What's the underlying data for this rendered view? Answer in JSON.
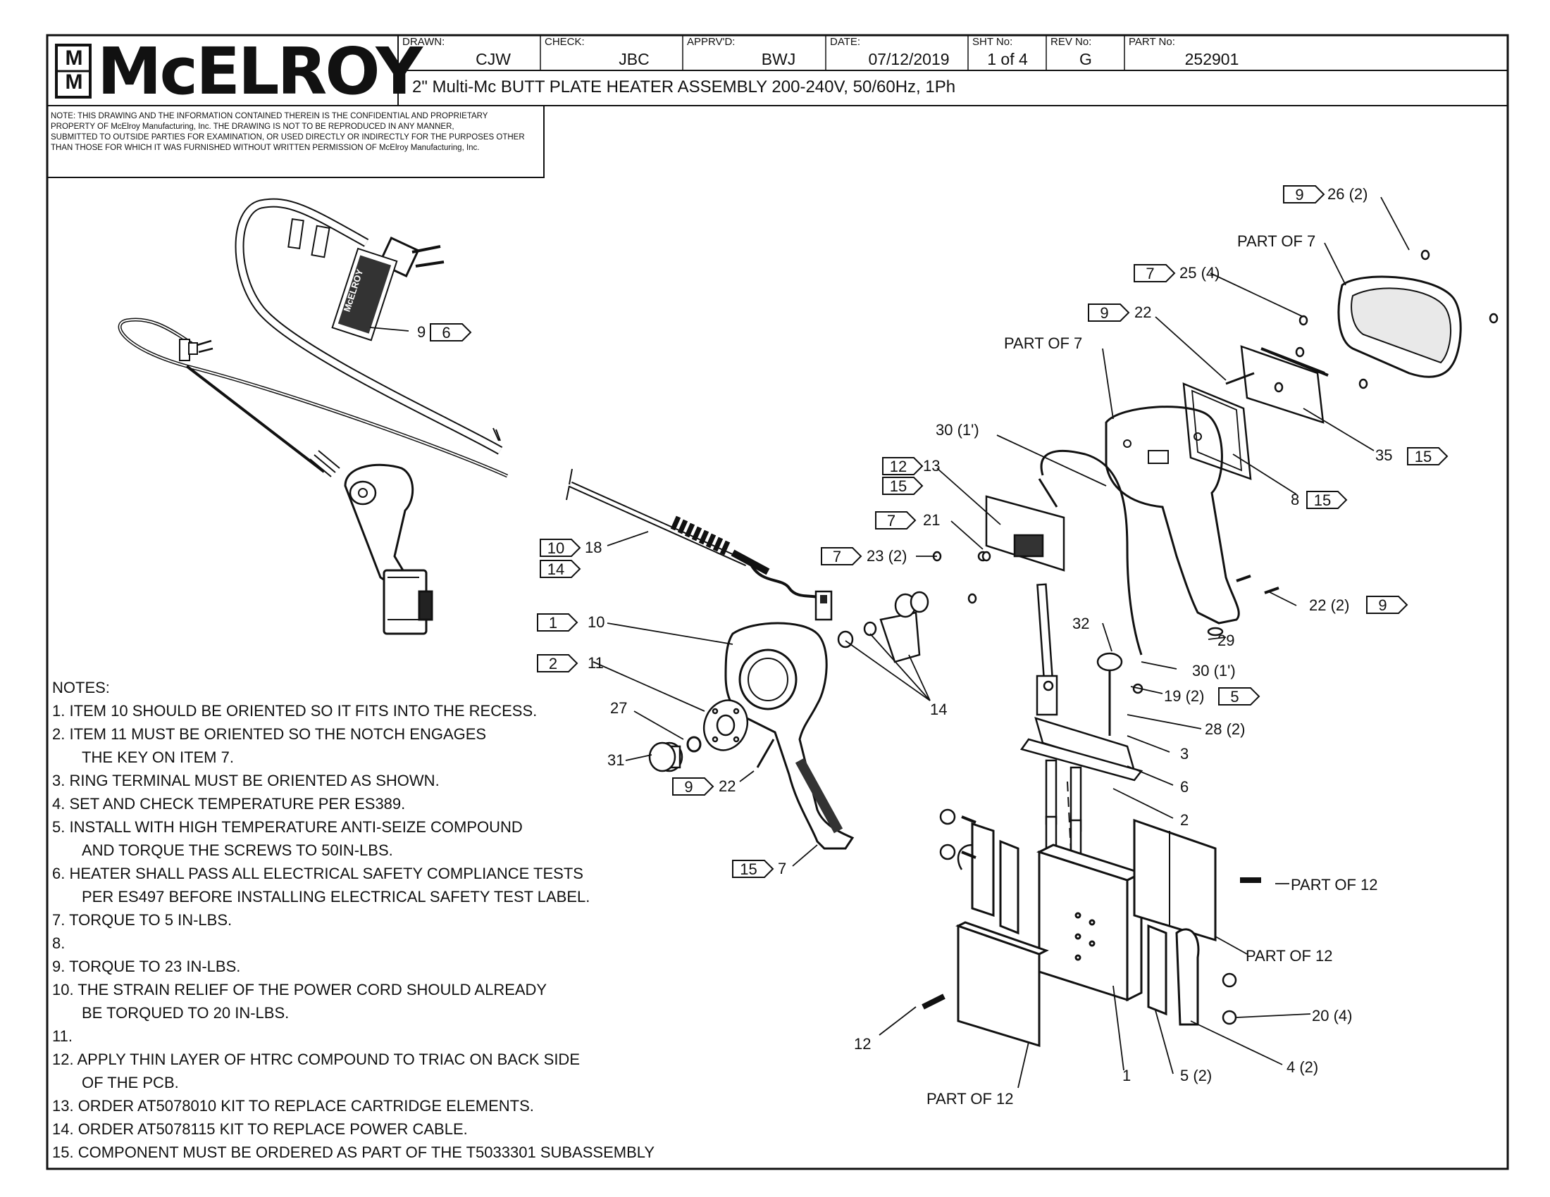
{
  "title_block": {
    "logo_text": "McELROY",
    "logo_monogram": "M M",
    "drawn_label": "DRAWN:",
    "drawn_value": "CJW",
    "check_label": "CHECK:",
    "check_value": "JBC",
    "apprvd_label": "APPRV'D:",
    "apprvd_value": "BWJ",
    "date_label": "DATE:",
    "date_value": "07/12/2019",
    "sht_label": "SHT No:",
    "sht_value": "1 of 4",
    "rev_label": "REV No:",
    "rev_value": "G",
    "part_label": "PART No:",
    "part_value": "252901",
    "title": "2\" Multi-Mc BUTT PLATE HEATER ASSEMBLY 200-240V, 50/60Hz, 1Ph"
  },
  "confidential_note": [
    "NOTE: THIS DRAWING AND THE INFORMATION CONTAINED THEREIN IS THE CONFIDENTIAL AND PROPRIETARY",
    "PROPERTY OF McElroy Manufacturing, Inc. THE DRAWING IS NOT TO BE REPRODUCED IN ANY MANNER,",
    "SUBMITTED TO OUTSIDE PARTIES FOR EXAMINATION, OR USED DIRECTLY OR INDIRECTLY FOR THE PURPOSES OTHER",
    "THAN THOSE FOR WHICH IT WAS FURNISHED WITHOUT WRITTEN PERMISSION OF McElroy Manufacturing, Inc."
  ],
  "notes": {
    "header": "NOTES:",
    "items": [
      {
        "text": "1. ITEM 10 SHOULD BE ORIENTED SO IT FITS INTO THE RECESS."
      },
      {
        "text": "2. ITEM 11 MUST BE ORIENTED SO THE NOTCH ENGAGES",
        "cont": "THE KEY ON ITEM 7."
      },
      {
        "text": "3. RING TERMINAL MUST BE ORIENTED AS SHOWN."
      },
      {
        "text": "4. SET AND CHECK TEMPERATURE PER ES389."
      },
      {
        "text": "5. INSTALL WITH HIGH TEMPERATURE ANTI-SEIZE COMPOUND",
        "cont": "AND TORQUE THE SCREWS  TO 50IN-LBS."
      },
      {
        "text": "6. HEATER SHALL PASS ALL ELECTRICAL SAFETY COMPLIANCE TESTS",
        "cont": "PER ES497 BEFORE INSTALLING ELECTRICAL SAFETY TEST LABEL."
      },
      {
        "text": "7. TORQUE TO 5 IN-LBS."
      },
      {
        "text": "8."
      },
      {
        "text": "9. TORQUE TO 23 IN-LBS."
      },
      {
        "text": "10. THE STRAIN RELIEF OF THE POWER CORD SHOULD ALREADY",
        "cont": "BE TORQUED TO 20 IN-LBS."
      },
      {
        "text": "11."
      },
      {
        "text": "12. APPLY THIN LAYER OF HTRC COMPOUND TO TRIAC ON BACK SIDE",
        "cont": "OF THE PCB."
      },
      {
        "text": "13. ORDER AT5078010 KIT TO REPLACE CARTRIDGE ELEMENTS."
      },
      {
        "text": "14. ORDER AT5078115 KIT TO REPLACE POWER CABLE."
      },
      {
        "text": "15. COMPONENT MUST BE ORDERED AS PART OF THE T5033301 SUBASSEMBLY"
      }
    ]
  },
  "callouts": {
    "c26": "26 (2)",
    "c26_flag": "9",
    "part_of_7_a": "PART OF 7",
    "c25": "25 (4)",
    "c25_flag": "7",
    "c22_top": "22",
    "c22_top_flag": "9",
    "part_of_7_b": "PART OF 7",
    "c30a": "30 (1')",
    "c35": "35",
    "c35_flag": "15",
    "c13": "13",
    "c13_flag1": "12",
    "c13_flag2": "15",
    "c8": "8",
    "c8_flag": "15",
    "c21": "21",
    "c21_flag": "7",
    "c23": "23 (2)",
    "c23_flag": "7",
    "c22_right": "22 (2)",
    "c22_right_flag": "9",
    "c29": "29",
    "c32": "32",
    "c30b": "30 (1')",
    "c19": "19 (2)",
    "c19_flag": "5",
    "c28": "28 (2)",
    "c3": "3",
    "c6": "6",
    "c2": "2",
    "c9_cord": "9",
    "c9_cord_flag": "6",
    "c18": "18",
    "c18_flag1": "10",
    "c18_flag2": "14",
    "c10": "10",
    "c10_flag": "1",
    "c11": "11",
    "c11_flag": "2",
    "c14": "14",
    "c27": "27",
    "c31": "31",
    "c22_mid": "22",
    "c22_mid_flag": "9",
    "c7": "7",
    "c7_flag": "15",
    "part_of_12_a": "PART OF 12",
    "part_of_12_b": "PART OF 12",
    "part_of_12_c": "PART OF 12",
    "c20": "20 (4)",
    "c4": "4 (2)",
    "c5": "5 (2)",
    "c1": "1",
    "c12": "12"
  },
  "decal_text": "McELROY"
}
